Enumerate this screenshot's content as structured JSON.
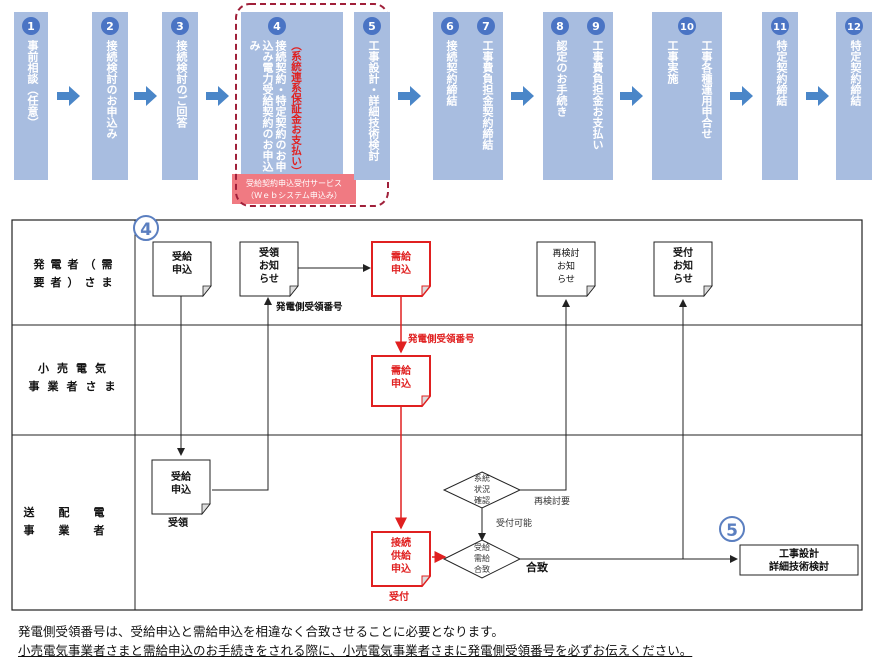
{
  "steps": [
    {
      "num": "1",
      "label": "事前相談（任意）"
    },
    {
      "num": "2",
      "label": "接続検討のお申込み"
    },
    {
      "num": "3",
      "label": "接続検討のご回答"
    },
    {
      "num": "4",
      "label": "接続契約・特定契約のお申込み電力受給契約のお申込み",
      "sublabel": "（系統連系保証金お支払い）"
    },
    {
      "num": "5",
      "label": "工事設計・詳細技術検討"
    },
    {
      "num": "6",
      "label": "接続契約締結"
    },
    {
      "num": "7",
      "label": "工事費負担金契約締結"
    },
    {
      "num": "8",
      "label": "認定のお手続き"
    },
    {
      "num": "9",
      "label": "工事費負担金お支払い"
    },
    {
      "num": "10",
      "label": "工事実施",
      "label2": "工事各種運用申合せ"
    },
    {
      "num": "11",
      "label": "特定契約締結"
    },
    {
      "num": "12",
      "label": "特定契約締結"
    }
  ],
  "web_service": {
    "line1": "受給契約申込受付サービス",
    "line2": "（Ｗｅｂシステム申込み）"
  },
  "lanes": [
    "発電者（需要者）さま",
    "小売電気事業者さま",
    "送配電事業者"
  ],
  "phase_markers": {
    "start": "4",
    "end": "5"
  },
  "doc": {
    "juryo_gen": {
      "l1": "受給",
      "l2": "申込"
    },
    "juryo_notice": {
      "l1": "受領",
      "l2": "お知",
      "l3": "らせ"
    },
    "jukyu_gen": {
      "l1": "需給",
      "l2": "申込"
    },
    "recheck": {
      "l1": "再検討",
      "l2": "お知",
      "l3": "らせ"
    },
    "accept_notice": {
      "l1": "受付",
      "l2": "お知",
      "l3": "らせ"
    },
    "jukyu_retail": {
      "l1": "需給",
      "l2": "申込"
    },
    "juryo_tso": {
      "l1": "受給",
      "l2": "申込"
    },
    "connect_tso": {
      "l1": "接続",
      "l2": "供給",
      "l3": "申込"
    }
  },
  "decisions": {
    "system": {
      "l1": "系統",
      "l2": "状況",
      "l3": "確認"
    },
    "match": {
      "l1": "受給",
      "l2": "需給",
      "l3": "合致"
    }
  },
  "process": {
    "l1": "工事設計",
    "l2": "詳細技術検討"
  },
  "labels": {
    "gen_number": "発電側受領番号",
    "gen_number_red": "発電側受領番号",
    "juryo": "受領",
    "uketsuke": "受付",
    "recheck_needed": "再検討要",
    "accept_ok": "受付可能",
    "match": "合致"
  },
  "notes": {
    "line1": "発電側受領番号は、受給申込と需給申込を相違なく合致させることに必要となります。",
    "line2": "小売電気事業者さまと需給申込のお手続きをされる際に、小売電気事業者さまに発電側受領番号を必ずお伝えください。"
  },
  "colors": {
    "step_fill": "#a8bde0",
    "step_num": "#4a74c4",
    "red": "#e02020",
    "arrow": "#4a86c8",
    "marker": "#5b7fc0"
  }
}
